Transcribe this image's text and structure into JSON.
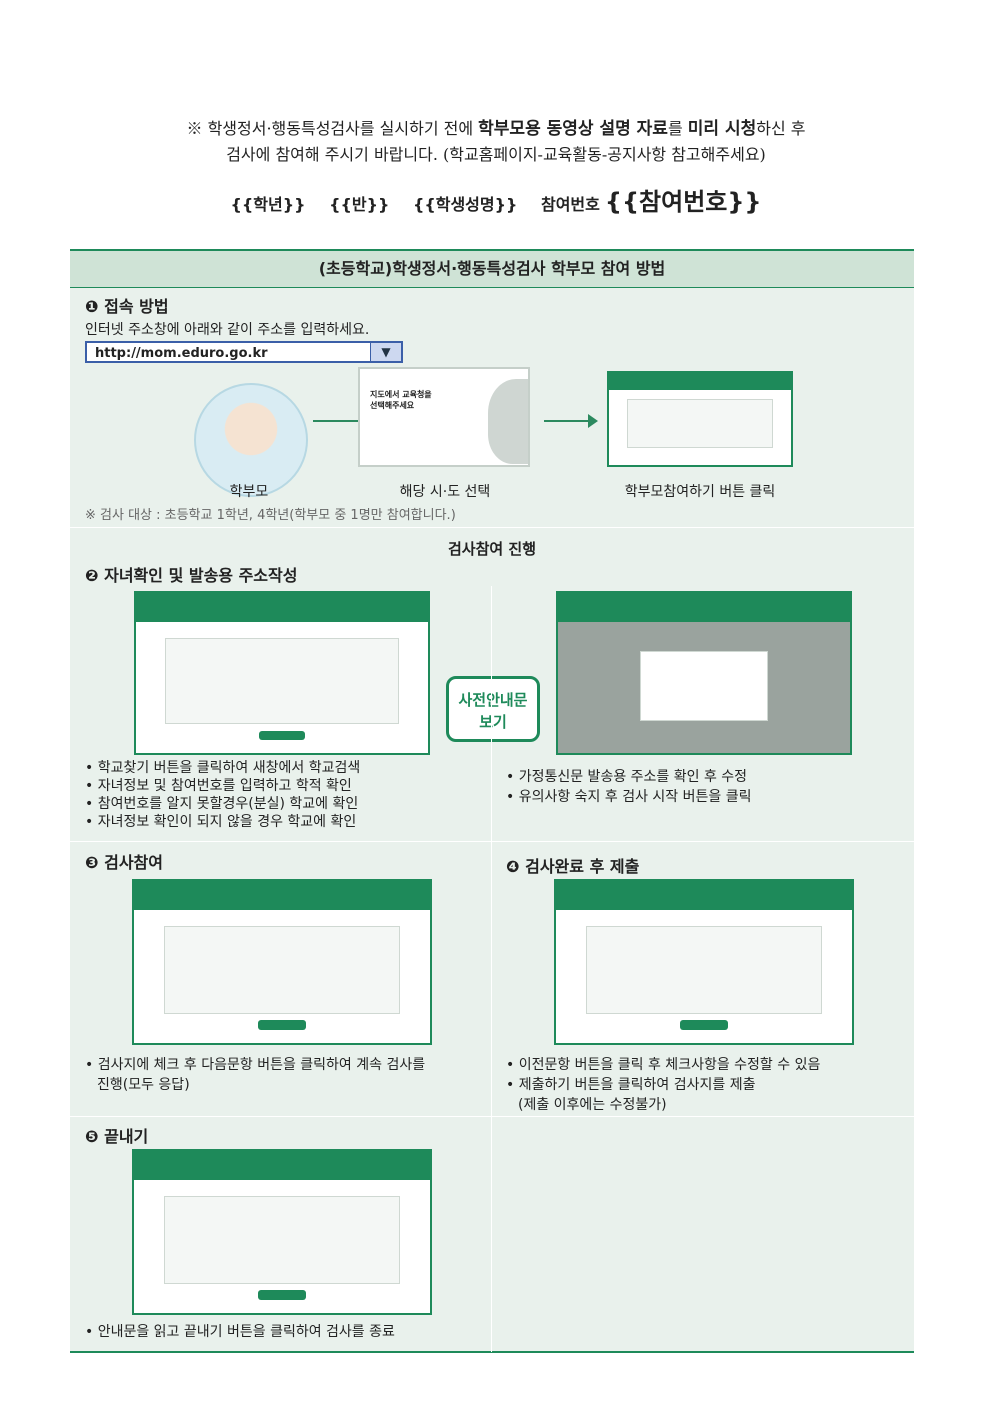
{
  "notice": {
    "line1_a": "※ 학생정서·행동특성검사를 실시하기 전에 ",
    "line1_b": "학부모용 동영상 설명 자료",
    "line1_c": "를 ",
    "line1_d": "미리 시청",
    "line1_e": "하신 후",
    "line2": "검사에 참여해 주시기 바랍니다. (학교홈페이지-교육활동-공지사항 참고해주세요)"
  },
  "idline": {
    "grade": "{{학년}}",
    "class": "{{반}}",
    "name": "{{학생성명}}",
    "label": "참여번호",
    "number": "{{참여번호}}"
  },
  "panel": {
    "title": "(초등학교)학생정서·행동특성검사 학부모 참여 방법",
    "s1": {
      "heading": "❶ 접속 방법",
      "instruction": "인터넷 주소창에 아래와 같이 주소를 입력하세요.",
      "url": "http://mom.eduro.go.kr",
      "cap_parent": "학부모",
      "cap_region": "해당 시·도 선택",
      "cap_button": "학부모참여하기 버튼 클릭",
      "note": "※ 검사 대상 : 초등학교 1학년, 4학년(학부모 중 1명만 참여합니다.)",
      "map_text1": "지도에서 교육청을",
      "map_text2": "선택해주세요"
    },
    "progress_title": "검사참여 진행",
    "s2": {
      "heading": "❷ 자녀확인 및 발송용 주소작성",
      "badge_line1": "사전안내문",
      "badge_line2": "보기",
      "left_bullets": [
        "• 학교찾기 버튼을 클릭하여 새창에서 학교검색",
        "• 자녀정보 및 참여번호를 입력하고 학적 확인",
        "• 참여번호를 알지 못할경우(분실) 학교에 확인",
        "• 자녀정보 확인이 되지 않을 경우 학교에 확인"
      ],
      "right_bullets": [
        "• 가정통신문 발송용 주소를 확인 후 수정",
        "• 유의사항 숙지 후 검사 시작 버튼을 클릭"
      ]
    },
    "s3": {
      "heading": "❸ 검사참여",
      "bullets": [
        "• 검사지에 체크 후 다음문항 버튼을 클릭하여 계속 검사를",
        "진행(모두 응답)"
      ]
    },
    "s4": {
      "heading": "❹ 검사완료 후 제출",
      "bullets": [
        "• 이전문항 버튼을 클릭 후 체크사항을 수정할 수 있음",
        "• 제출하기 버튼을 클릭하여 검사지를 제출",
        "(제출 이후에는 수정불가)"
      ]
    },
    "s5": {
      "heading": "❺ 끝내기",
      "bullets": [
        "• 안내문을 읽고 끝내기 버튼을 클릭하여 검사를 종료"
      ]
    }
  },
  "colors": {
    "accent": "#1e8a5a",
    "panel_bg": "#e9f1ec",
    "title_bg": "#cfe3d6"
  }
}
